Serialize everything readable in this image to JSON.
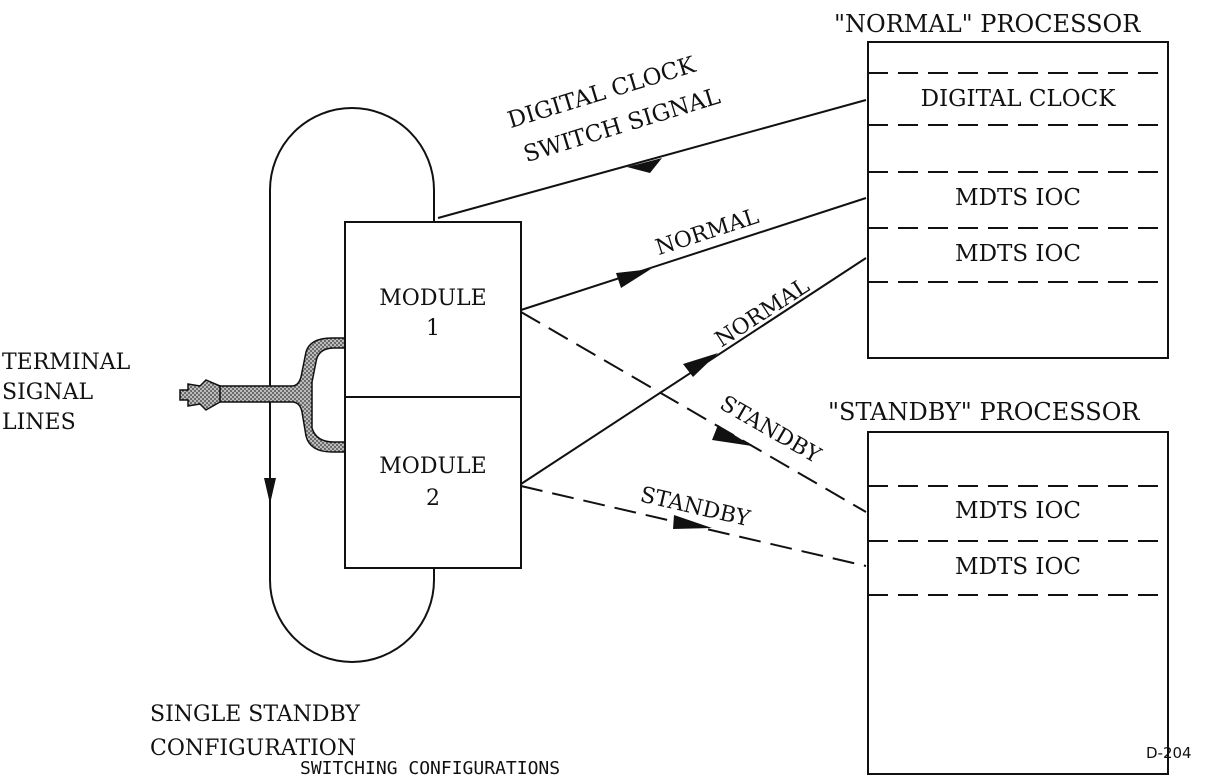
{
  "normal_processor": {
    "title": "\"NORMAL\" PROCESSOR",
    "slots": [
      "DIGITAL CLOCK",
      "MDTS IOC",
      "MDTS IOC"
    ]
  },
  "standby_processor": {
    "title": "\"STANDBY\" PROCESSOR",
    "slots": [
      "MDTS IOC",
      "MDTS IOC"
    ]
  },
  "modules": [
    {
      "line1": "MODULE",
      "line2": "1"
    },
    {
      "line1": "MODULE",
      "line2": "2"
    }
  ],
  "terminal": [
    "TERMINAL",
    "SIGNAL",
    "LINES"
  ],
  "connections": {
    "clock_signal": [
      "DIGITAL CLOCK",
      "SWITCH SIGNAL"
    ],
    "normal_1": "NORMAL",
    "normal_2": "NORMAL",
    "standby_1": "STANDBY",
    "standby_2": "STANDBY"
  },
  "footer": {
    "config_line1": "SINGLE STANDBY",
    "config_line2": "CONFIGURATION",
    "caption": "SWITCHING CONFIGURATIONS",
    "code": "D-204"
  }
}
